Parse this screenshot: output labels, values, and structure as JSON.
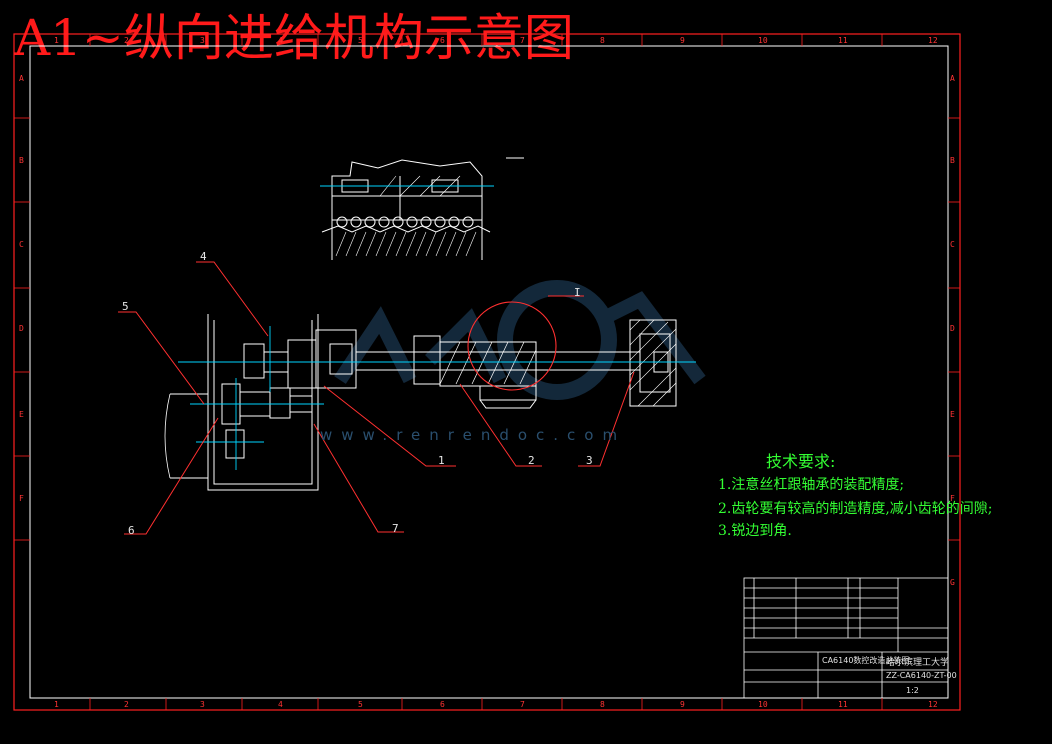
{
  "title": "A1~纵向进给机构示意图",
  "watermark": "www.renrendoc.com",
  "tech_requirements": {
    "heading": "技术要求:",
    "items": [
      "1.注意丝杠跟轴承的装配精度;",
      "2.齿轮要有较高的制造精度,减小齿轮的间隙;",
      "3.锐边到角."
    ]
  },
  "part_labels": [
    "1",
    "2",
    "3",
    "4",
    "5",
    "6",
    "7"
  ],
  "detail_label": "I",
  "grid": {
    "columns": [
      "1",
      "2",
      "3",
      "4",
      "5",
      "6",
      "7",
      "8",
      "9",
      "10",
      "11",
      "12"
    ],
    "rows": [
      "A",
      "B",
      "C",
      "D",
      "E",
      "F",
      "G"
    ]
  },
  "title_block": {
    "university": "哈尔滨理工大学",
    "drawing_name": "CA6140数控改造总装图",
    "drawing_number": "ZZ-CA6140-ZT-00",
    "scale": "1:2"
  },
  "colors": {
    "frame": "#ff2020",
    "outline": "#ffffff",
    "centerline": "#00d5ff",
    "leader": "#ff3030",
    "text": "#33ff33",
    "watermark": "#24496a"
  }
}
